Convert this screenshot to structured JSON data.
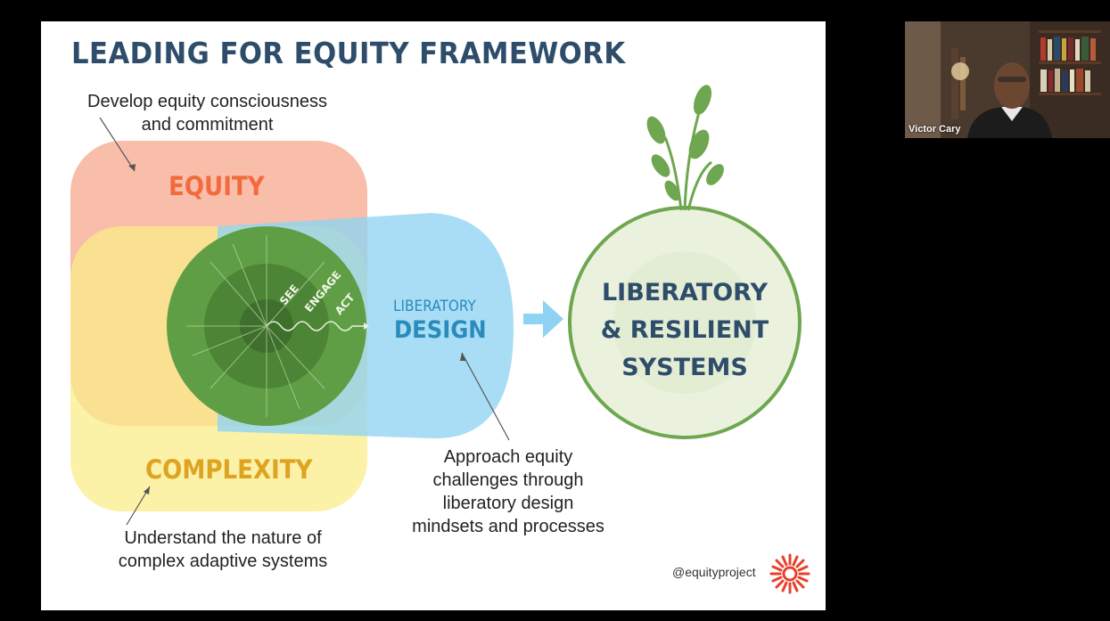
{
  "slide": {
    "title": "LEADING FOR EQUITY FRAMEWORK",
    "caption_equity_line1": "Develop equity consciousness",
    "caption_equity_line2": "and commitment",
    "label_equity": "EQUITY",
    "label_complexity": "COMPLEXITY",
    "label_liberatory": "LIBERATORY",
    "label_design": "DESIGN",
    "core_see": "SEE",
    "core_engage": "ENGAGE",
    "core_act": "ACT",
    "outcome_line1": "LIBERATORY",
    "outcome_line2": "& RESILIENT",
    "outcome_line3": "SYSTEMS",
    "caption_design_line1": "Approach equity",
    "caption_design_line2": "challenges through",
    "caption_design_line3": "liberatory design",
    "caption_design_line4": "mindsets and processes",
    "caption_complexity_line1": "Understand the nature of",
    "caption_complexity_line2": "complex adaptive systems",
    "handle": "@equityproject"
  },
  "participant": {
    "name": "Victor Cary"
  },
  "colors": {
    "title": "#2e4d6b",
    "equity": "#f26a3d",
    "complexity": "#dea321",
    "design": "#2a8bbd",
    "outcome_text": "#2e4d6b",
    "green": "#6fa750"
  }
}
